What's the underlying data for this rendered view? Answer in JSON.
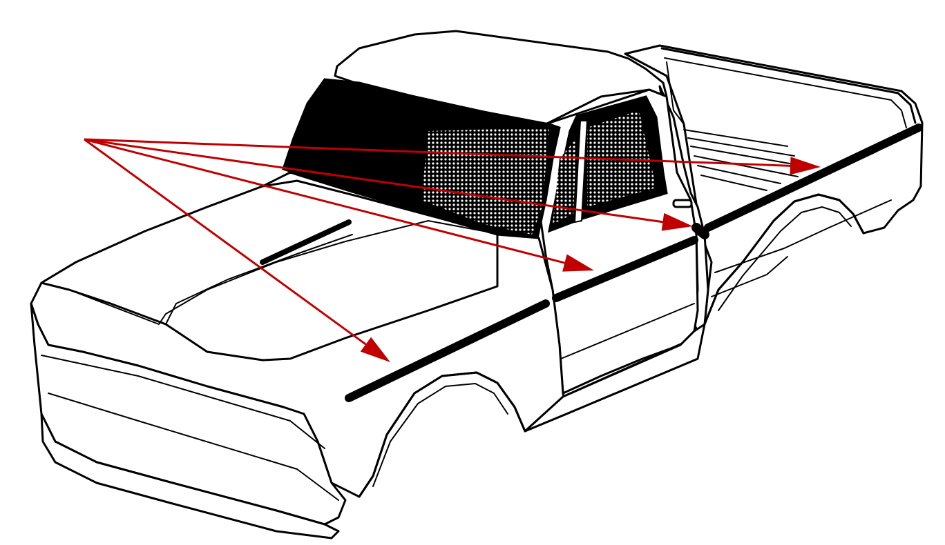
{
  "diagram": {
    "subject": "pickup-truck-body-line-drawing",
    "highlighted_parts": [
      {
        "name": "front-fender-molding"
      },
      {
        "name": "door-molding"
      },
      {
        "name": "cab-rear-molding"
      },
      {
        "name": "bed-side-molding"
      }
    ],
    "callout_count": 4
  },
  "colors": {
    "background": "#ffffff",
    "outline": "#000000",
    "glass": "#000000",
    "callout_arrow": "#c00000"
  }
}
